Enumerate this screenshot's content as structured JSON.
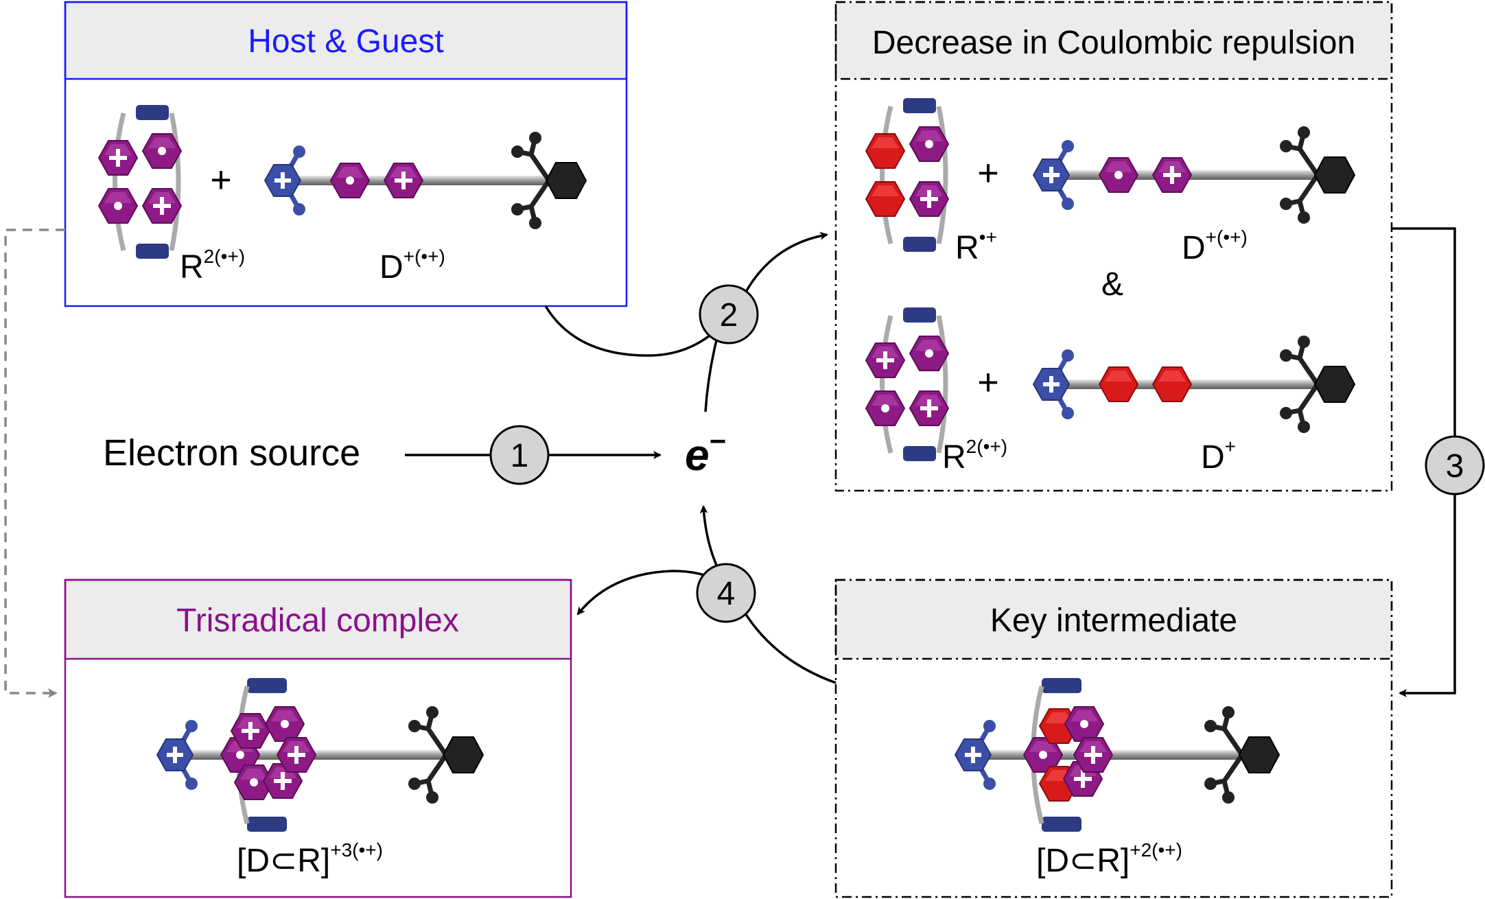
{
  "boxes": {
    "host_guest": {
      "title": "Host & Guest",
      "title_color": "#1a1aff",
      "border_color": "#1a1aff",
      "label_left": "R",
      "label_left_sup": "2(•+)",
      "plus": "+",
      "label_right": "D",
      "label_right_sup": "+(•+)"
    },
    "coulombic": {
      "title": "Decrease in Coulombic repulsion",
      "top_left": "R",
      "top_left_sup": "•+",
      "top_plus": "+",
      "top_right": "D",
      "top_right_sup": "+(•+)",
      "ampersand": "&",
      "bottom_left": "R",
      "bottom_left_sup": "2(•+)",
      "bottom_plus": "+",
      "bottom_right": "D",
      "bottom_right_sup": "+"
    },
    "trisradical": {
      "title": "Trisradical complex",
      "title_color": "#8b0f8b",
      "border_color": "#8b0f8b",
      "label": "[D⊂R]",
      "label_sup": "+3(•+)"
    },
    "key": {
      "title": "Key intermediate",
      "label": "[D⊂R]",
      "label_sup": "+2(•+)"
    }
  },
  "center": {
    "electron_source": "Electron source",
    "electron": "e",
    "electron_sup": "−"
  },
  "steps": [
    "1",
    "2",
    "3",
    "4"
  ],
  "colors": {
    "host_box": "#1a1aff",
    "trisradical_box": "#8b0f8b",
    "header_fill": "#ececec",
    "viologen": "#8e1a86",
    "reduced": "#d81a1a",
    "pyridinium": "#3b4fa8",
    "stopper": "#222222",
    "rod": "#b0b0b0",
    "step_circle": "#d4d4d4",
    "dashed_return": "#888888"
  }
}
